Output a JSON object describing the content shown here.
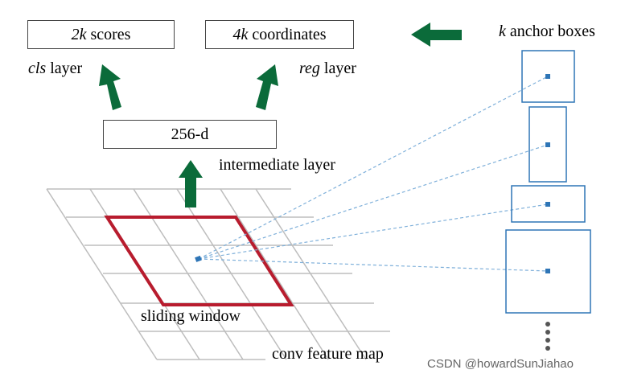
{
  "boxes": {
    "scores": {
      "k": "2k",
      "text": "scores"
    },
    "coordinates": {
      "k": "4k",
      "text": "coordinates"
    },
    "intermediate": "256-d"
  },
  "labels": {
    "cls_italic": "cls",
    "cls_rest": "layer",
    "reg_italic": "reg",
    "reg_rest": "layer",
    "intermediate_layer": "intermediate layer",
    "anchor_k": "k",
    "anchor_rest": "anchor boxes",
    "sliding_window": "sliding window",
    "conv_feature_map": "conv feature map"
  },
  "watermark": "CSDN @howardSunJiahao",
  "colors": {
    "arrow": "#0b6b3a",
    "sliding_window": "#b81c2e",
    "anchor": "#2e75b6",
    "grid": "#bdbdbd",
    "box_border": "#444444"
  }
}
